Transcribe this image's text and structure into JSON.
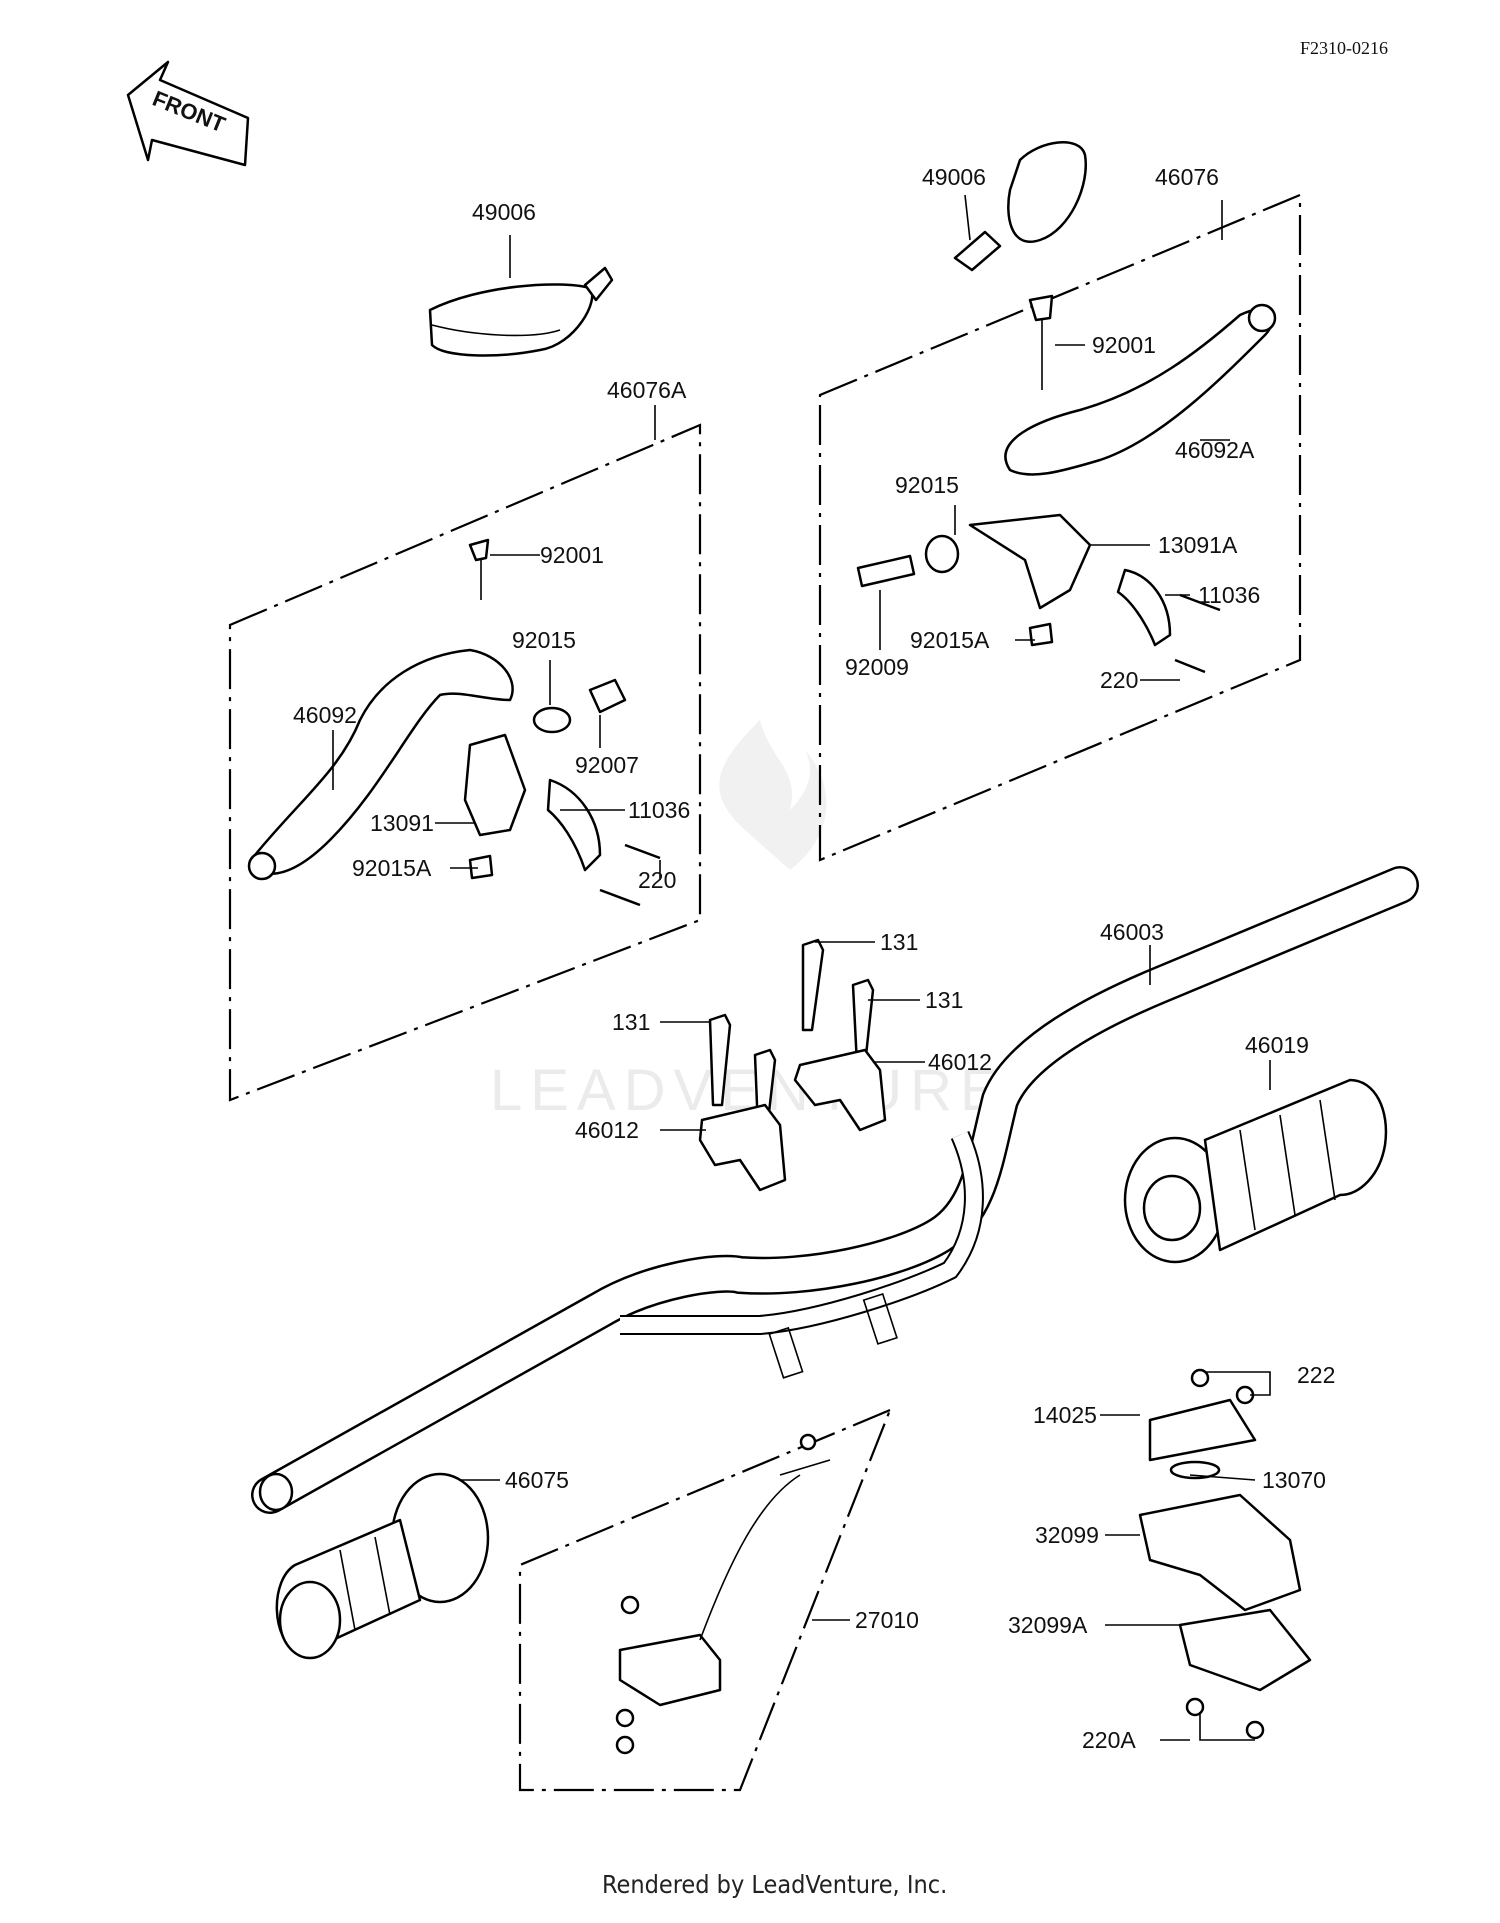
{
  "diagram": {
    "ref_code": "F2310-0216",
    "front_label": "FRONT",
    "watermark": "LEADVENTURE",
    "footer": "Rendered by LeadVenture, Inc.",
    "labels": {
      "p49006_left": "49006",
      "p49006_right": "49006",
      "p46076": "46076",
      "p46076A": "46076A",
      "p92001_right": "92001",
      "p46092A": "46092A",
      "p92015_right": "92015",
      "p13091A": "13091A",
      "p11036_right": "11036",
      "p92009": "92009",
      "p92015A_right": "92015A",
      "p220_right": "220",
      "p92001_left": "92001",
      "p92015_left": "92015",
      "p46092": "46092",
      "p92007": "92007",
      "p11036_left": "11036",
      "p13091": "13091",
      "p220_left": "220",
      "p92015A_left": "92015A",
      "p131_a": "131",
      "p131_b": "131",
      "p131_c": "131",
      "p46003": "46003",
      "p46012_a": "46012",
      "p46012_b": "46012",
      "p46019": "46019",
      "p222": "222",
      "p14025": "14025",
      "p13070": "13070",
      "p32099": "32099",
      "p32099A": "32099A",
      "p220A": "220A",
      "p46075": "46075",
      "p27010": "27010"
    }
  }
}
